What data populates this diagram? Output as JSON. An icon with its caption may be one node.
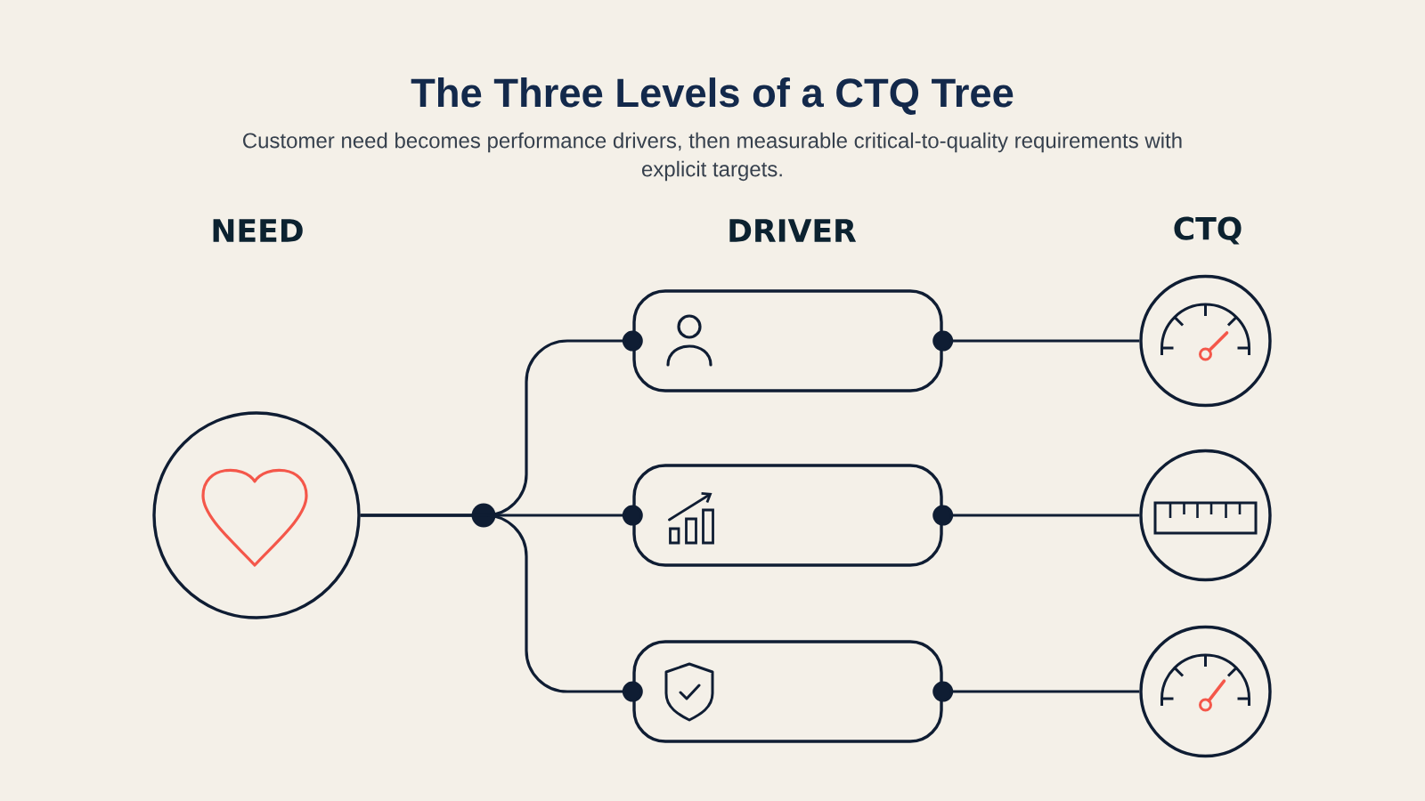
{
  "diagram": {
    "title": "The Three Levels of a CTQ Tree",
    "nodes": [
      {
        "text": [],
        "shape": "circle"
      },
      {
        "text": [],
        "shape": "box"
      },
      {
        "text": [],
        "shape": "box"
      },
      {
        "text": [],
        "shape": "box"
      },
      {
        "text": [],
        "shape": "circle"
      },
      {
        "text": [],
        "shape": "circle"
      },
      {
        "text": [],
        "shape": "circle"
      }
    ],
    "edges": [
      {
        "from": 0,
        "to": 1,
        "arrow": "other"
      },
      {
        "from": 0,
        "to": 2,
        "arrow": "other"
      },
      {
        "from": 0,
        "to": 3,
        "arrow": "other"
      },
      {
        "from": 1,
        "to": 4,
        "arrow": "other"
      },
      {
        "from": 2,
        "to": 5,
        "arrow": "other"
      },
      {
        "from": 3,
        "to": 6,
        "arrow": "other"
      }
    ],
    "labels": [
      "Customer need becomes performance drivers, then measurable critical-to-quality requirements with explicit targets.",
      "NEED",
      "DRIVER",
      "CTQ"
    ]
  }
}
